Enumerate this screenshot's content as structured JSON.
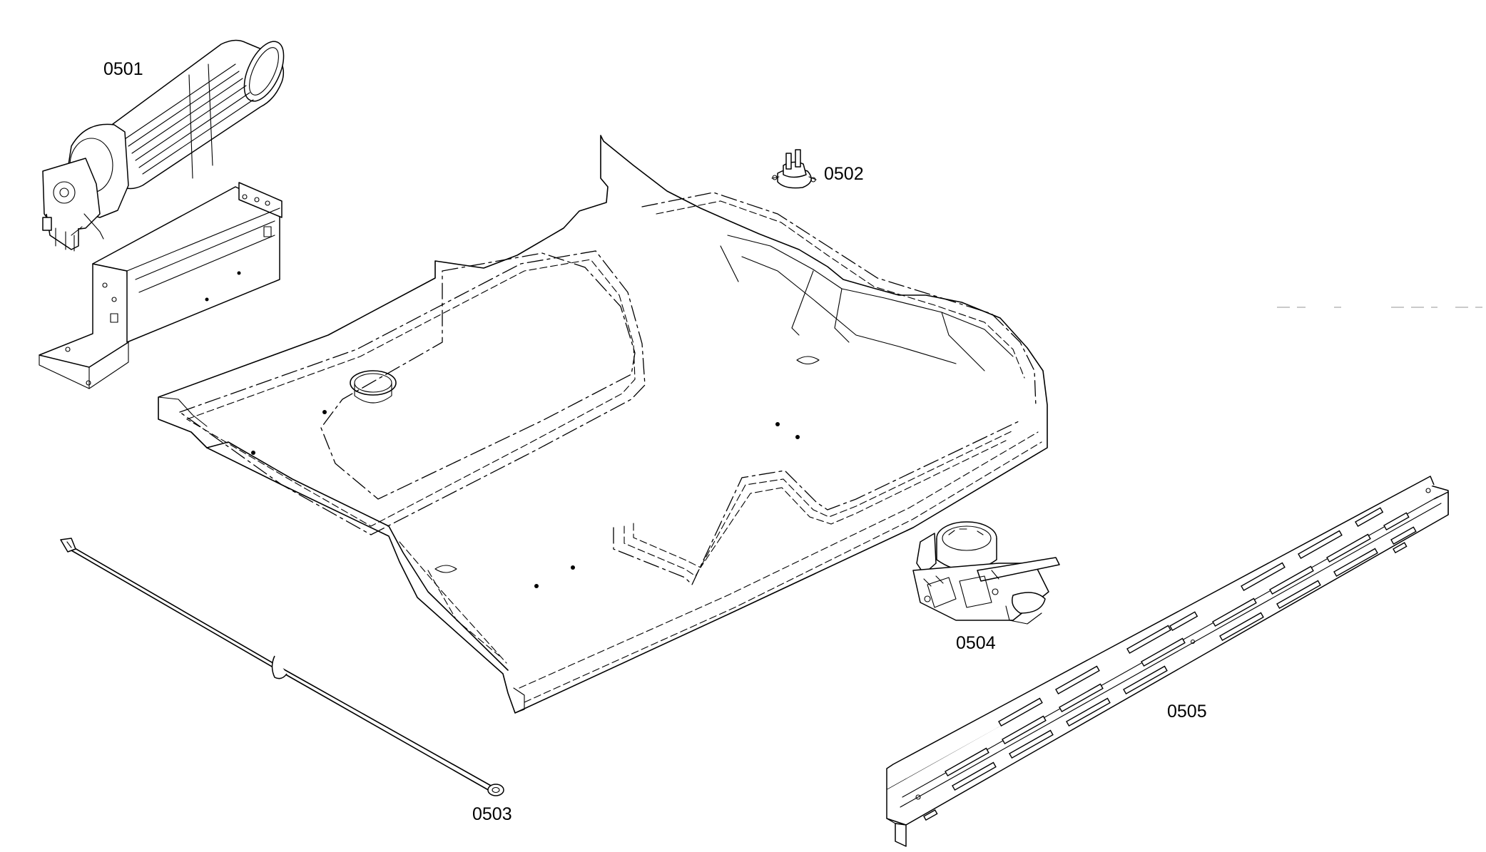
{
  "parts": [
    {
      "id": "fan",
      "label": "0501",
      "icon": "cross-flow-fan-icon"
    },
    {
      "id": "thermostat",
      "label": "0502",
      "icon": "thermostat-icon"
    },
    {
      "id": "ground-wire",
      "label": "0503",
      "icon": "ground-wire-icon"
    },
    {
      "id": "door-lock",
      "label": "0504",
      "icon": "door-lock-motor-icon"
    },
    {
      "id": "vent-trim",
      "label": "0505",
      "icon": "vent-trim-icon"
    }
  ],
  "colors": {
    "line": "#000000",
    "background": "#ffffff"
  }
}
